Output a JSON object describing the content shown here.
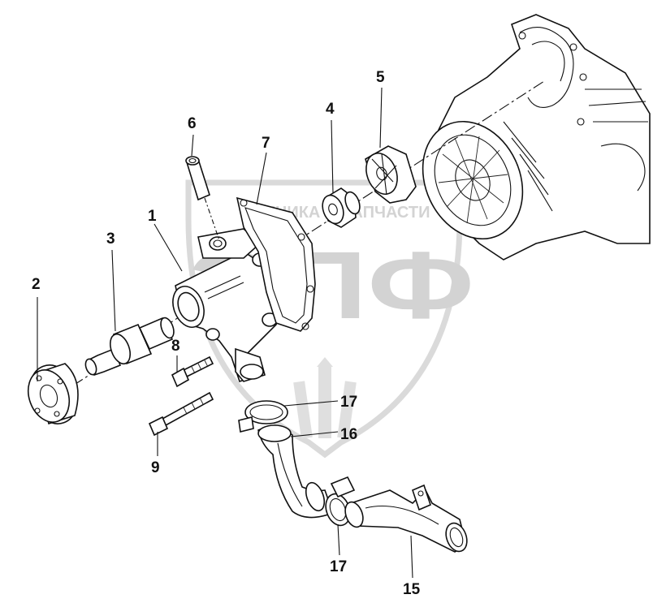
{
  "watermark": {
    "brand_small": "ТЕХНИКА И ЗАПЧАСТИ",
    "brand_large": "ЭПФ",
    "color": "#cfcfcf"
  },
  "callouts": [
    {
      "id": "1",
      "label": "1"
    },
    {
      "id": "2",
      "label": "2"
    },
    {
      "id": "3",
      "label": "3"
    },
    {
      "id": "4",
      "label": "4"
    },
    {
      "id": "5",
      "label": "5"
    },
    {
      "id": "6",
      "label": "6"
    },
    {
      "id": "7",
      "label": "7"
    },
    {
      "id": "8",
      "label": "8"
    },
    {
      "id": "9",
      "label": "9"
    },
    {
      "id": "15",
      "label": "15"
    },
    {
      "id": "16",
      "label": "16"
    },
    {
      "id": "17a",
      "label": "17"
    },
    {
      "id": "17b",
      "label": "17"
    }
  ]
}
